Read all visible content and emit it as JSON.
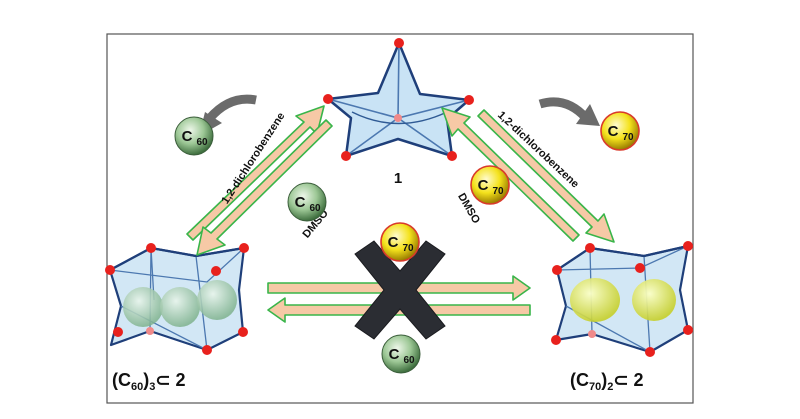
{
  "labels": {
    "cage_1": "1",
    "c60_complex_prefix": "(C",
    "c60_complex_sub1": "60",
    "c60_complex_mid": ")",
    "c60_complex_sub2": "3",
    "c60_complex_suffix": "⊂ 2",
    "c70_complex_prefix": "(C",
    "c70_complex_sub1": "70",
    "c70_complex_mid": ")",
    "c70_complex_sub2": "2",
    "c70_complex_suffix": "⊂ 2",
    "solvent_left_arrow": "1,2-dichlorobenzene",
    "solvent_right_arrow": "1,2-dichlorobenzene",
    "dmso_left": "DMSO",
    "dmso_right": "DMSO"
  },
  "fullerenes": {
    "c60_letter": "C",
    "c60_sub": "60",
    "c70_letter": "C",
    "c70_sub": "70"
  },
  "colors": {
    "frame": "#555555",
    "arrow_fill": "#f6c9a6",
    "arrow_stroke": "#39b54a",
    "cage_fill": "#bcdcf2",
    "cage_edge": "#1f3f7a",
    "vertex": "#e8211d",
    "c60_ball": "#8fbf8a",
    "c70_ball": "#f0e21a",
    "cross": "#2b2d33",
    "curved_arrow": "#6b6b6b"
  }
}
